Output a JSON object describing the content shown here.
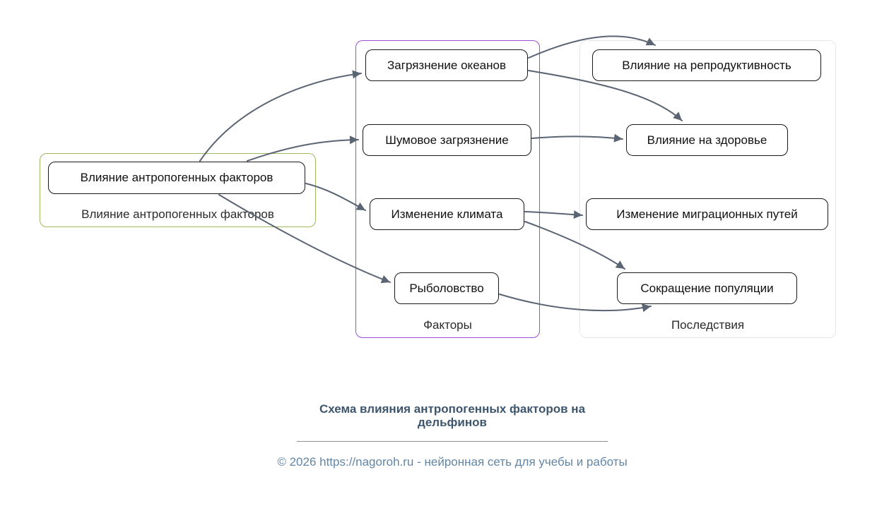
{
  "diagram": {
    "root": {
      "node_label": "Влияние антропогенных факторов",
      "container_label": "Влияние антропогенных факторов"
    },
    "factors": {
      "container_label": "Факторы",
      "nodes": [
        {
          "label": "Загрязнение океанов"
        },
        {
          "label": "Шумовое загрязнение"
        },
        {
          "label": "Изменение климата"
        },
        {
          "label": "Рыболовство"
        }
      ]
    },
    "consequences": {
      "container_label": "Последствия",
      "nodes": [
        {
          "label": "Влияние на репродуктивность"
        },
        {
          "label": "Влияние на здоровье"
        },
        {
          "label": "Изменение миграционных путей"
        },
        {
          "label": "Сокращение популяции"
        }
      ]
    },
    "edges": [
      {
        "from": "Влияние антропогенных факторов",
        "to": "Загрязнение океанов"
      },
      {
        "from": "Влияние антропогенных факторов",
        "to": "Шумовое загрязнение"
      },
      {
        "from": "Влияние антропогенных факторов",
        "to": "Изменение климата"
      },
      {
        "from": "Влияние антропогенных факторов",
        "to": "Рыболовство"
      },
      {
        "from": "Загрязнение океанов",
        "to": "Влияние на репродуктивность"
      },
      {
        "from": "Загрязнение океанов",
        "to": "Влияние на здоровье"
      },
      {
        "from": "Шумовое загрязнение",
        "to": "Влияние на здоровье"
      },
      {
        "from": "Изменение климата",
        "to": "Изменение миграционных путей"
      },
      {
        "from": "Изменение климата",
        "to": "Сокращение популяции"
      },
      {
        "from": "Рыболовство",
        "to": "Сокращение популяции"
      }
    ],
    "colors": {
      "root_container_border": "#9eb85e",
      "factors_container_border": "#9b51d6",
      "consequences_container_border": "#e6e6e6",
      "node_border": "#181818",
      "arrow": "#5a6473"
    }
  },
  "footer": {
    "title": "Схема влияния антропогенных факторов на дельфинов",
    "copyright": "© 2026 https://nagoroh.ru - нейронная сеть для учебы и работы"
  }
}
